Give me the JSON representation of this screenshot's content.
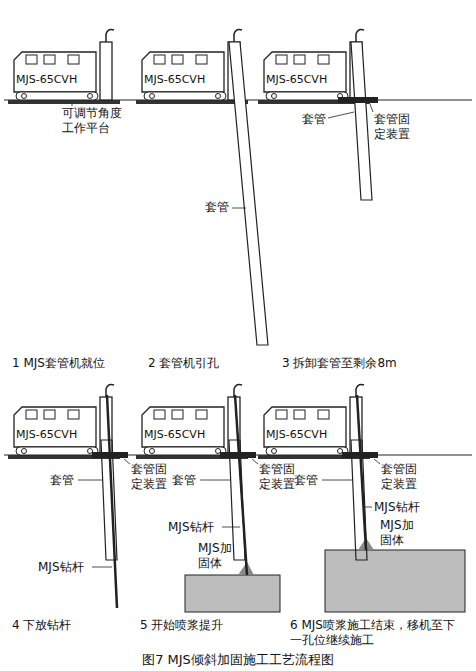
{
  "diagram": {
    "caption": "图7 MJS倾斜加固施工工艺流程图",
    "labels": [
      "MJS-65CVH",
      "MJS-65CVH",
      "MJS-65CVH",
      "可调节角度工作平台",
      "套管",
      "套管",
      "套管固定装置",
      "1 MJS套管机就位",
      "2 套管机引孔",
      "3 拆卸套管至剩余8m",
      "MJS-65CVH",
      "MJS-65CVH",
      "MJS-65CVH",
      "套管",
      "套管固定装置",
      "MJS钻杆",
      "套管",
      "套管固定装置",
      "MJS钻杆",
      "MJS加固体",
      "套管",
      "套管固定装置",
      "MJS钻杆",
      "MJS加固体",
      "4 下放钻杆",
      "5 开始喷浆提升",
      "6 MJS喷浆施工结束，移机至下一孔位继续施工"
    ]
  }
}
